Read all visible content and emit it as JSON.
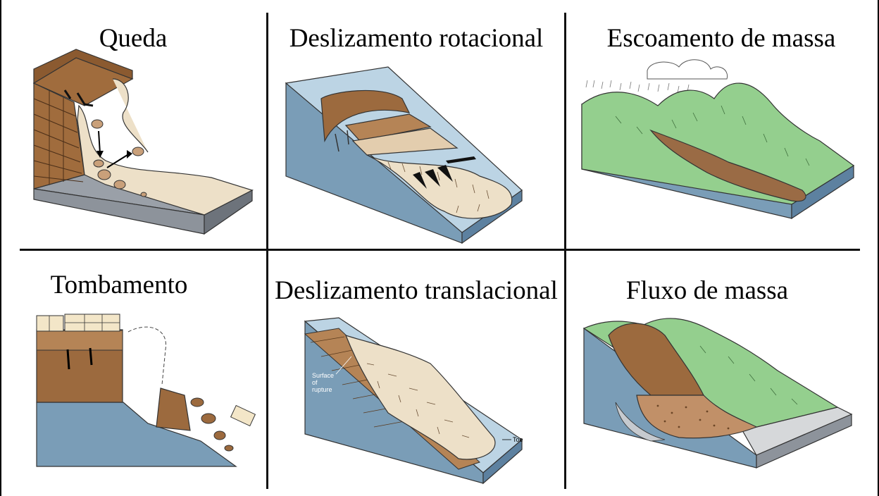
{
  "panels": [
    {
      "title": "Queda"
    },
    {
      "title": "Deslizamento rotacional"
    },
    {
      "title": "Escoamento de massa"
    },
    {
      "title": "Tombamento"
    },
    {
      "title": "Deslizamento translacional"
    },
    {
      "title": "Fluxo de massa"
    }
  ],
  "labels": {
    "rupture_line1": "Surface",
    "rupture_line2": "of",
    "rupture_line3": "rupture",
    "toe": "Toe"
  },
  "colors": {
    "rock_brown": "#9c6a3e",
    "debris_tan": "#ede0c8",
    "bedrock_blue": "#7a9db7",
    "grass_green": "#94cf8e",
    "flow_brown": "#9a6b45"
  }
}
